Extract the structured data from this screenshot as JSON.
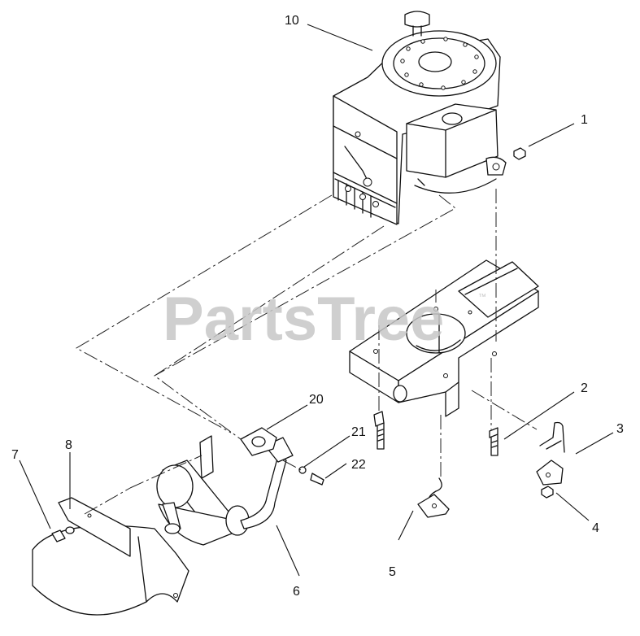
{
  "watermark": {
    "text": "PartsTree",
    "trademark": "™"
  },
  "parts": [
    {
      "id": "p1",
      "label": "1"
    },
    {
      "id": "p2",
      "label": "2"
    },
    {
      "id": "p3",
      "label": "3"
    },
    {
      "id": "p4",
      "label": "4"
    },
    {
      "id": "p5",
      "label": "5"
    },
    {
      "id": "p6",
      "label": "6"
    },
    {
      "id": "p7",
      "label": "7"
    },
    {
      "id": "p8",
      "label": "8"
    },
    {
      "id": "p10",
      "label": "10"
    },
    {
      "id": "p20",
      "label": "20"
    },
    {
      "id": "p21",
      "label": "21"
    },
    {
      "id": "p22",
      "label": "22"
    }
  ]
}
